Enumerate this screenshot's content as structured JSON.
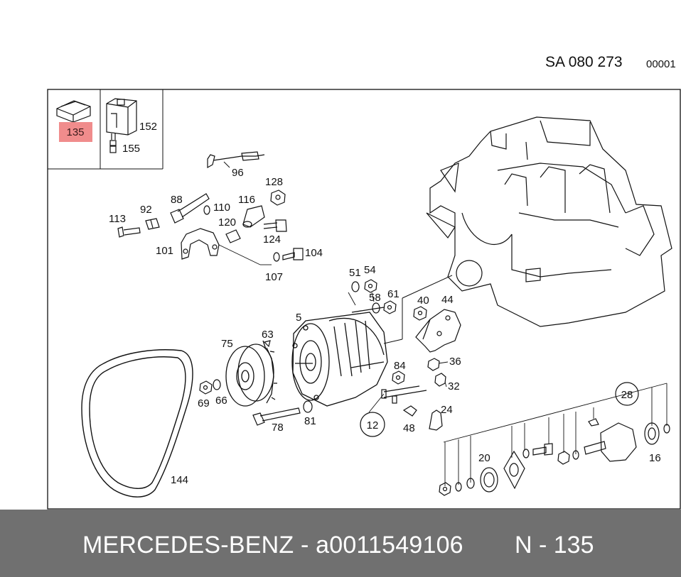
{
  "header": {
    "code": "SA 080 273",
    "page": "00001"
  },
  "highlight_color": "#f08c8c",
  "legend": {
    "left": "135",
    "right_top": "152",
    "right_bottom": "155"
  },
  "callouts": {
    "c96": "96",
    "c128": "128",
    "c88": "88",
    "c92": "92",
    "c110": "110",
    "c116": "116",
    "c113": "113",
    "c120": "120",
    "c124": "124",
    "c101": "101",
    "c104": "104",
    "c107": "107",
    "c51": "51",
    "c54": "54",
    "c58": "58",
    "c61": "61",
    "c40": "40",
    "c44": "44",
    "c5": "5",
    "c63": "63",
    "c75": "75",
    "c84": "84",
    "c36": "36",
    "c32": "32",
    "c69": "69",
    "c66": "66",
    "c78": "78",
    "c81": "81",
    "c12": "12",
    "c48": "48",
    "c24": "24",
    "c28": "28",
    "c20": "20",
    "c16": "16",
    "c144": "144"
  },
  "footer": {
    "brand_part": "MERCEDES-BENZ - a0011549106",
    "ref": "N - 135"
  }
}
